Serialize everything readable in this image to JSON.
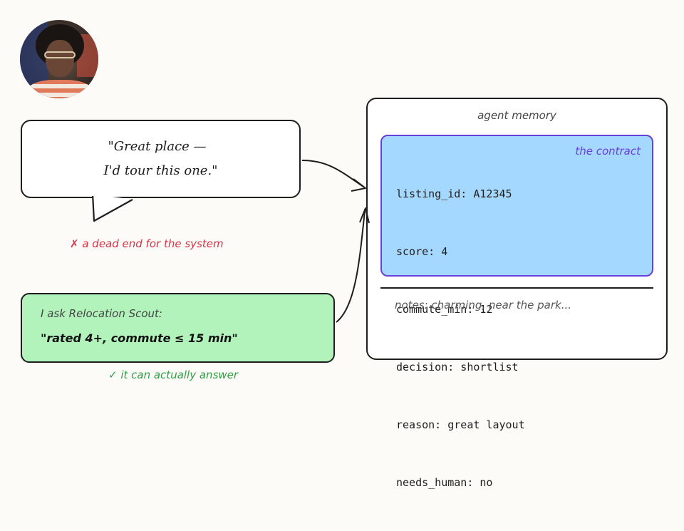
{
  "speech": {
    "line1": "\"Great place —",
    "line2": "I'd tour this one.\""
  },
  "dead_end_note": "✗ a dead end for the system",
  "query": {
    "label": "I ask Relocation Scout:",
    "text": "\"rated 4+, commute ≤ 15 min\""
  },
  "answer_note": "✓ it can actually answer",
  "memory": {
    "title": "agent memory",
    "contract_label": "the contract",
    "fields": [
      "listing_id: A12345",
      "score: 4",
      "commute_min: 12",
      "decision: shortlist",
      "reason: great layout",
      "needs_human: no"
    ],
    "notes": "notes: charming, near the park..."
  },
  "colors": {
    "red": "#d63149",
    "green": "#2f9e44",
    "purple": "#6741d9",
    "blue_fill": "#a5d8ff",
    "green_fill": "#b2f2bb"
  }
}
